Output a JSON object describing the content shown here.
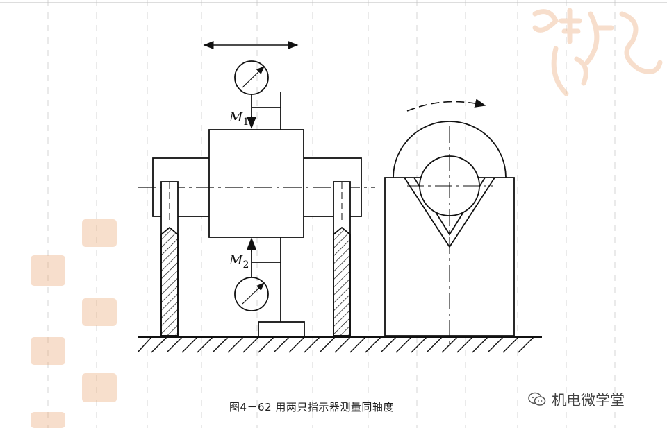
{
  "labels": {
    "m1_main": "M",
    "m1_sub": "1",
    "m2_main": "M",
    "m2_sub": "2"
  },
  "caption": "图4－62   用两只指示器测量同轴度",
  "brand": {
    "icon": "wechat-icon",
    "text": "机电微学堂"
  },
  "colors": {
    "line": "#111111",
    "grid_dash": "#cfcfcf",
    "stamp": "#e8a06a"
  }
}
